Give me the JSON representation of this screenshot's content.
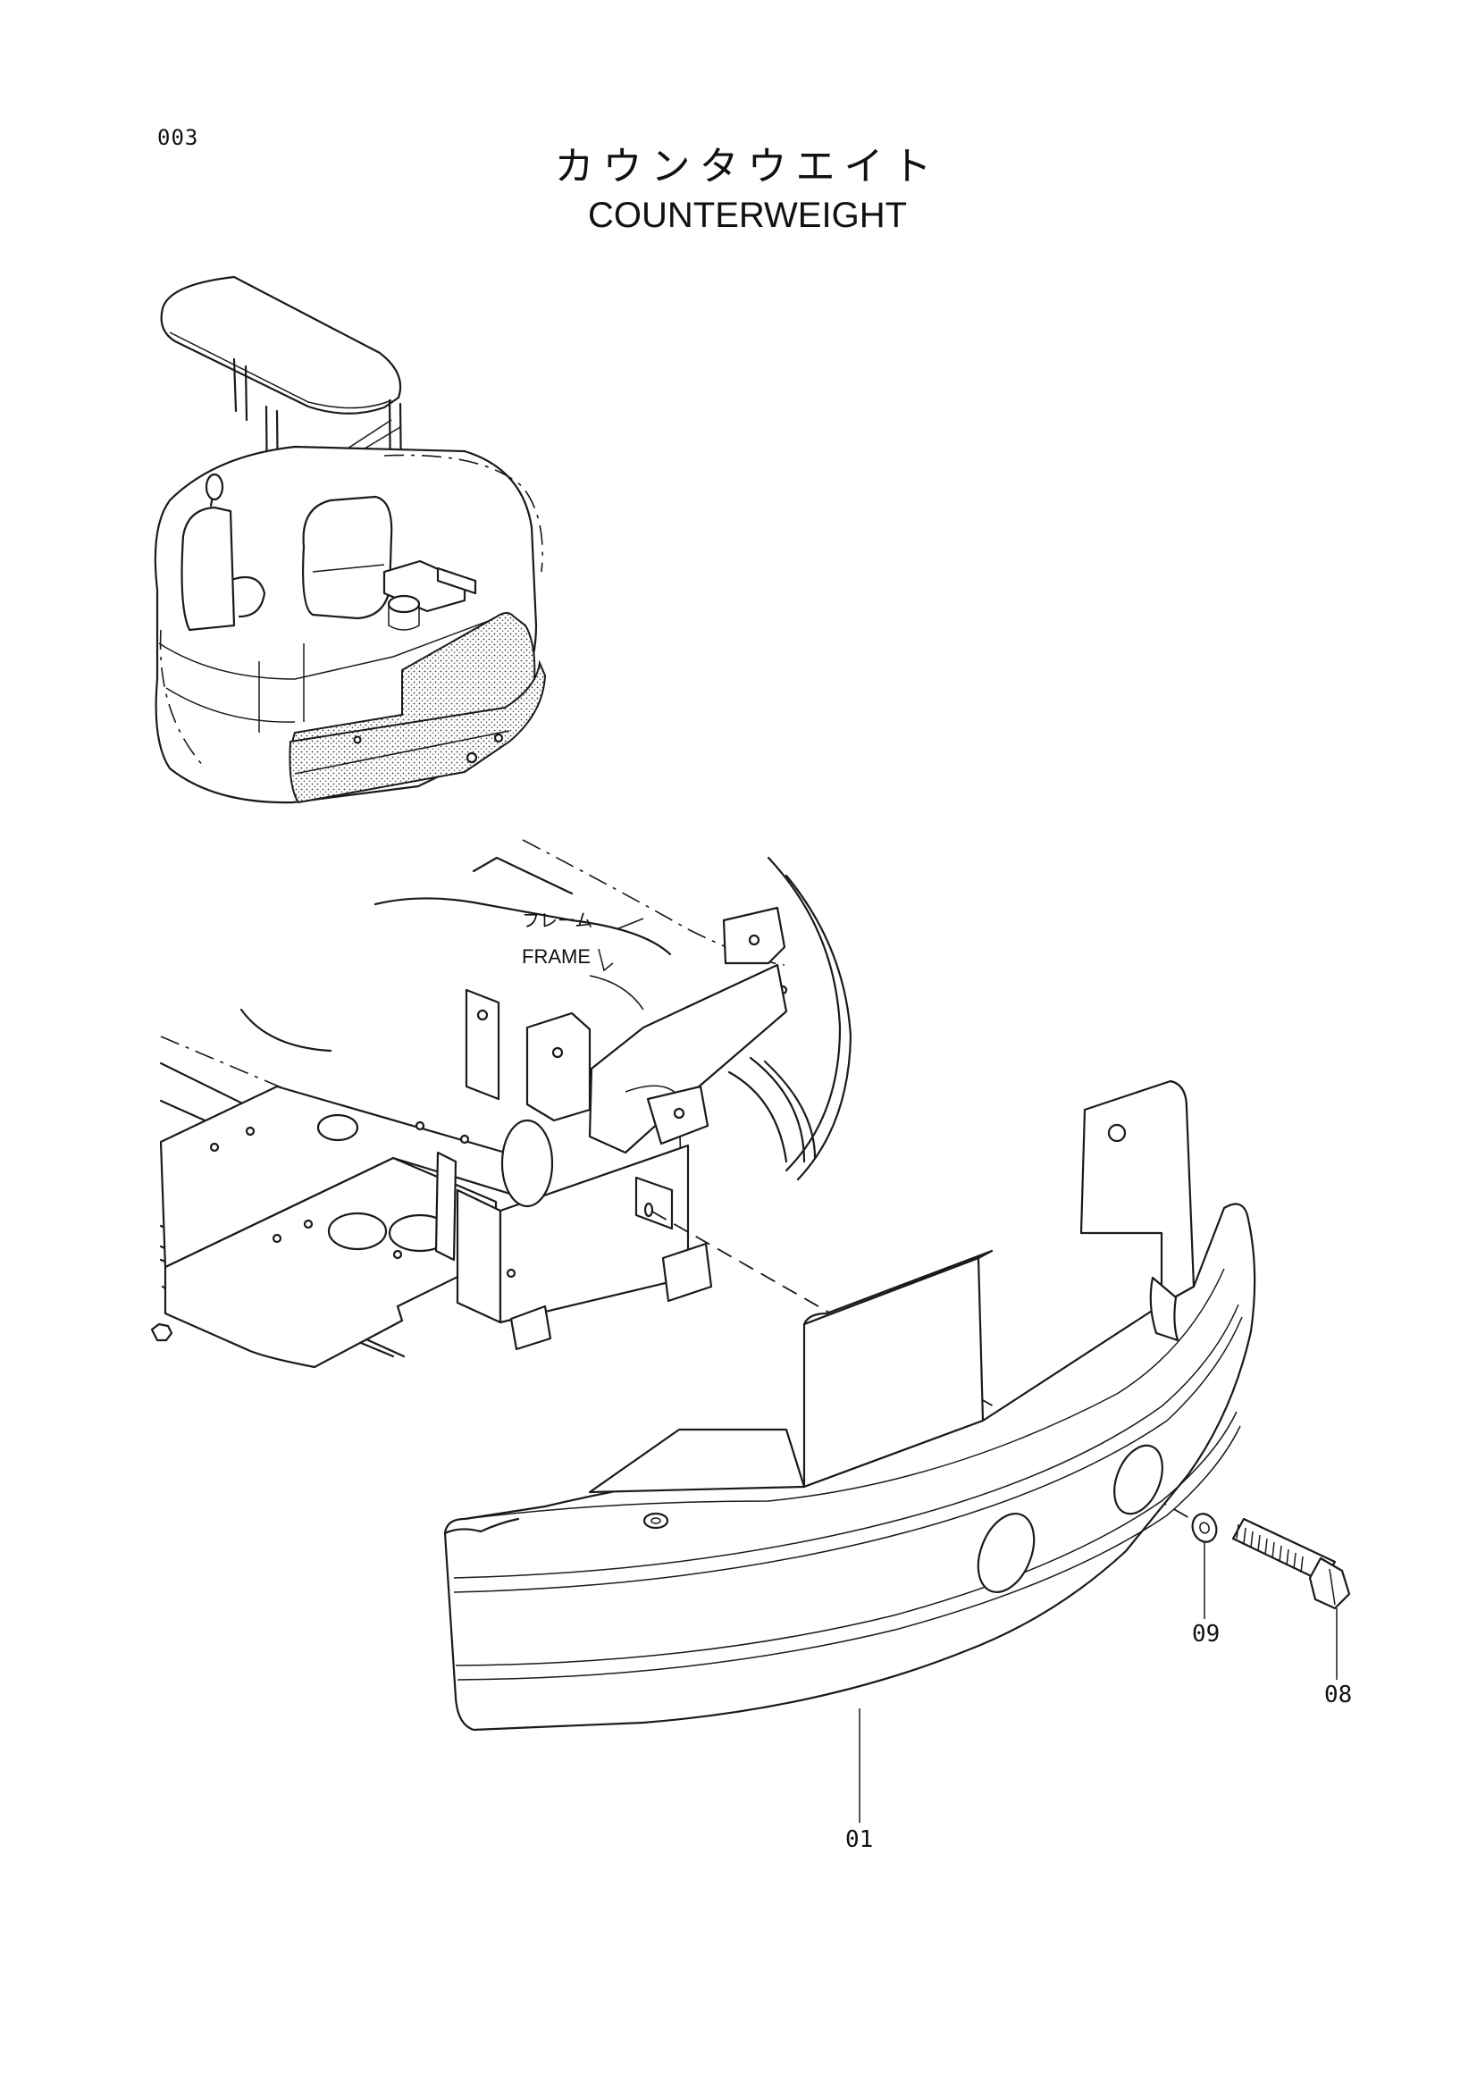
{
  "page_number": "003",
  "title": {
    "jp": "カウンタウエイト",
    "en": "COUNTERWEIGHT"
  },
  "frame_label": {
    "jp": "フレーム",
    "en": "FRAME"
  },
  "part_callouts": [
    "01",
    "08",
    "09"
  ]
}
